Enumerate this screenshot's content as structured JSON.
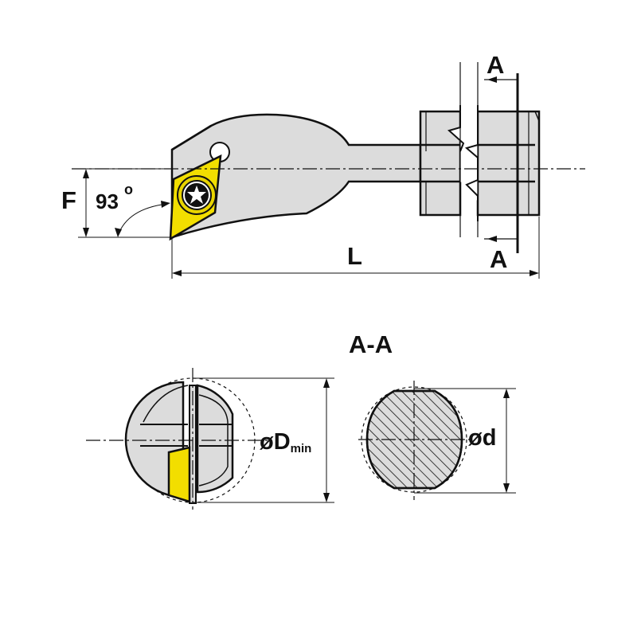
{
  "colors": {
    "body": "#dcdcdc",
    "body_dark": "#c4c4c4",
    "outline": "#111111",
    "insert": "#f2de00",
    "background": "#ffffff"
  },
  "labels": {
    "section_top": "A",
    "section_bottom": "A",
    "dim_f": "F",
    "angle": "93",
    "angle_unit": "o",
    "dim_l": "L",
    "section_title": "A-A",
    "dim_dmin_prefix": "øD",
    "dim_dmin_sub": "min",
    "dim_d": "ød"
  },
  "icons": {
    "screw": "torx-screw-icon",
    "insert": "rhombic-insert-icon"
  }
}
